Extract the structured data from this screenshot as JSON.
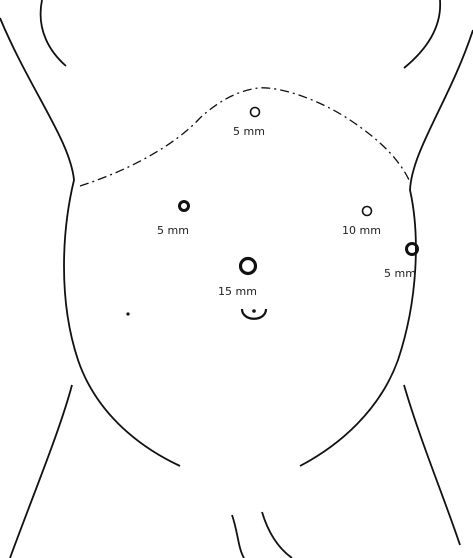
{
  "ports": [
    {
      "id": "subxiphoid",
      "label": "5 mm"
    },
    {
      "id": "right-flank",
      "label": "5 mm"
    },
    {
      "id": "left-upper",
      "label": "10 mm"
    },
    {
      "id": "left-lateral",
      "label": "5 mm"
    },
    {
      "id": "camera-supraumbilical",
      "label": "15 mm"
    }
  ]
}
